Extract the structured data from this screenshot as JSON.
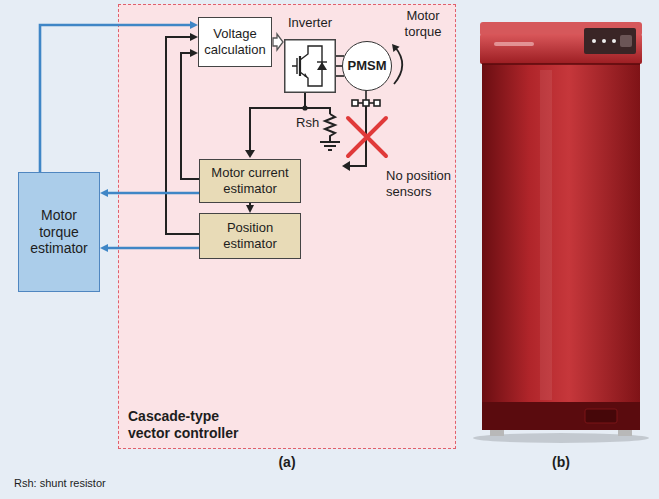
{
  "diagram": {
    "nodes": [
      {
        "text": [
          "Cascade-type vector controller"
        ]
      },
      {
        "text": [
          "Voltage calculation"
        ],
        "in": 0
      },
      {
        "text": [
          "Inverter"
        ],
        "in": 0
      },
      {
        "text": [
          "PMSM"
        ],
        "in": 0
      },
      {
        "text": [
          "Motor current estimator"
        ],
        "in": 0
      },
      {
        "text": [
          "Position estimator"
        ],
        "in": 0
      },
      {
        "text": [
          "Motor torque estimator"
        ]
      }
    ],
    "edges": [
      {
        "from": 1,
        "to": 2,
        "arrow": "to"
      },
      {
        "from": 2,
        "to": 3,
        "arrow": "none"
      },
      {
        "from": 4,
        "to": 5,
        "arrow": "to"
      },
      {
        "from": 4,
        "to": 1,
        "arrow": "to"
      },
      {
        "from": 5,
        "to": 1,
        "arrow": "to"
      },
      {
        "from": 4,
        "to": 6,
        "arrow": "to"
      },
      {
        "from": 5,
        "to": 6,
        "arrow": "to"
      },
      {
        "from": 6,
        "to": 1,
        "arrow": "to"
      }
    ],
    "labels": [
      "Motor torque",
      "Rsh",
      "No position sensors",
      "(a)",
      "(b)",
      "Rsh: shunt resistor"
    ]
  }
}
